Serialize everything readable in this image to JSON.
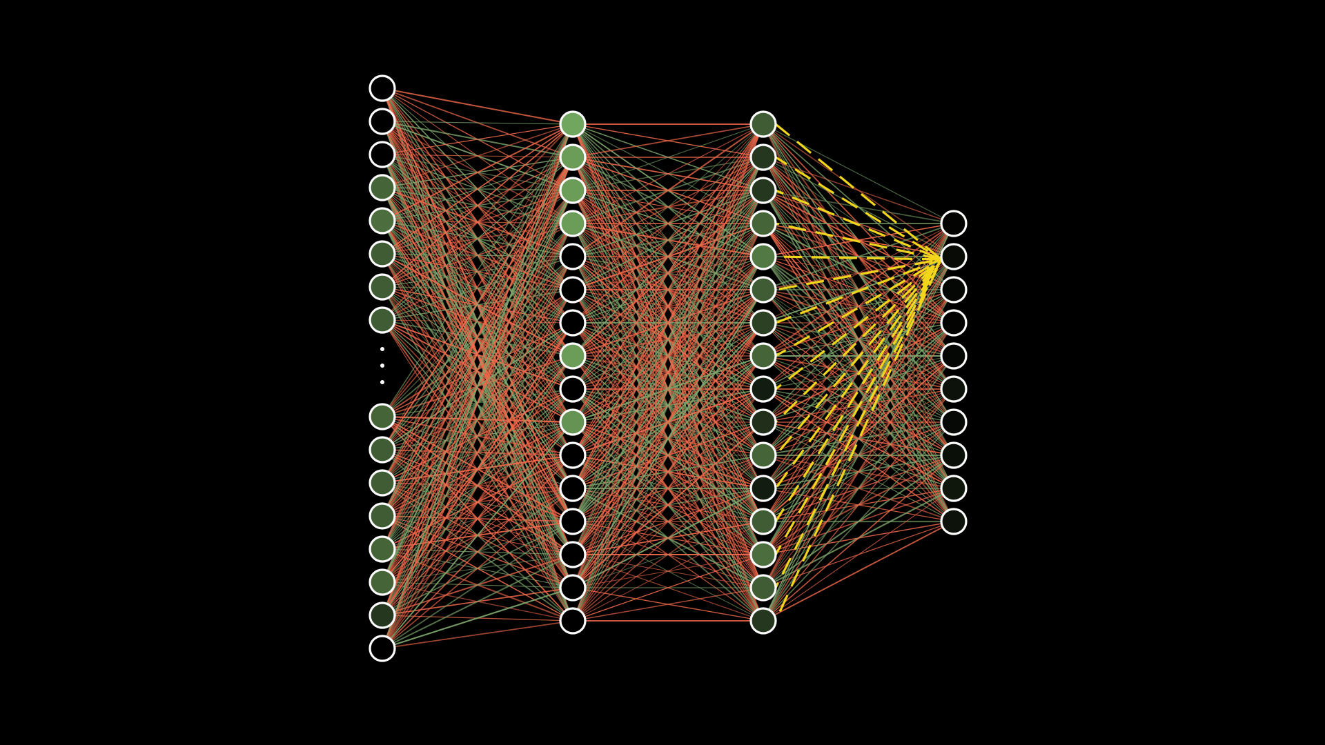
{
  "diagram": {
    "type": "neural-network",
    "background": "#000000",
    "node_outline": "#ffffff",
    "edge_colors": {
      "positive": "#7fa86e",
      "negative": "#f26a4b",
      "highlight": "#f2d61b"
    },
    "layers": [
      {
        "name": "input",
        "truncated": true,
        "ellipsis_after": 8,
        "activations": [
          0.0,
          0.0,
          0.0,
          0.55,
          0.6,
          0.5,
          0.5,
          0.5,
          0.55,
          0.5,
          0.5,
          0.5,
          0.55,
          0.55,
          0.3,
          0.0
        ]
      },
      {
        "name": "hidden-1",
        "truncated": false,
        "activations": [
          0.9,
          0.85,
          0.85,
          0.85,
          0.0,
          0.0,
          0.0,
          0.85,
          0.0,
          0.8,
          0.0,
          0.0,
          0.0,
          0.0,
          0.0,
          0.0
        ]
      },
      {
        "name": "hidden-2",
        "truncated": false,
        "activations": [
          0.5,
          0.3,
          0.3,
          0.55,
          0.65,
          0.5,
          0.35,
          0.55,
          0.15,
          0.25,
          0.55,
          0.15,
          0.5,
          0.6,
          0.5,
          0.3
        ]
      },
      {
        "name": "output",
        "truncated": false,
        "activations": [
          0.02,
          0.06,
          0.04,
          0.02,
          0.04,
          0.1,
          0.05,
          0.08,
          0.12,
          0.1
        ]
      }
    ],
    "highlighted_output": 1
  }
}
